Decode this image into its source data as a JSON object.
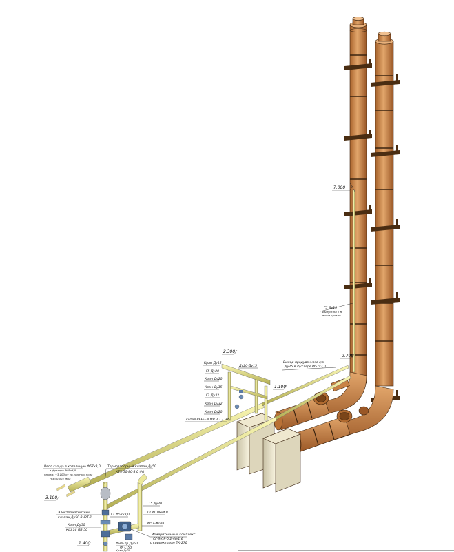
{
  "colors": {
    "chimney_fill": "#d9955a",
    "chimney_shade": "#a8632c",
    "gas_pipe_fill": "#f2ef98",
    "gas_pipe_shade": "#bdb95a",
    "boiler_fill": "#f4eed6",
    "boiler_shade": "#c9c2a6",
    "accent_blue": "#6a8bb5",
    "outline": "#2a1a0a"
  },
  "icons": [
    "arrow-icon",
    "valve-icon",
    "gas-meter-icon",
    "filter-icon",
    "bracket-icon"
  ],
  "elevations": {
    "top": "7.000",
    "vent_outlet": "2.700",
    "upper_riser": "2.300",
    "mid": "1.100",
    "inlet": "3.100",
    "bottom": "1.400"
  },
  "labels": {
    "gas_vent_note": "Г5 Ду15",
    "gas_vent_note2": "Выпуск на 1 м",
    "gas_vent_note3": "выше кровли",
    "vent_outlet": "Выход продувочного г/о",
    "vent_outlet2": "Ду25 в футляре Ф57х3,0",
    "kran_du15_top": "Кран Ду15",
    "du20_du15": "Ду20-Ду15",
    "g5_du20": "Г5 Ду20",
    "kran_du20_a": "Кран Ду20",
    "kran_du15_b": "Кран Ду15",
    "g1_du32": "Г1 Ду32",
    "kran_du32": "Кран Ду32",
    "kran_du20_c": "Кран Ду20",
    "boiler_label": "котел BEFFEN MB 3.1 - 165",
    "inlet_1": "Ввод газ-да в котельную Ф57х3,0",
    "inlet_2": "в футляре Ф89х4,0",
    "inlet_3": "на отм. +3.100 от ур. чистого пола",
    "inlet_4": "Рвх=0,003 МПа",
    "thermo_valve_1": "Термозапорный клапан Ду50",
    "thermo_valve_2": "КТЗ-50-80-3,0 (Н)",
    "solenoid_1": "Электромагнитный",
    "solenoid_2": "клапан Ду50 ВН2Т-1",
    "kran_du50": "Кран Ду50",
    "kvr": "КШ 16 ПБ-50",
    "g1_57": "Г1 Ф57х3,0",
    "filter_1": "Фильтр Ду50",
    "filter_2": "ФГС-50",
    "g5_du20_b": "Г5 Ду20",
    "g1_108": "Г1 Ф108х4,0",
    "f57_108": "Ф57-Ф108",
    "meter_1": "Измерительный комплекс",
    "meter_2": "СГ-ЭК-Р-0,2-40/1,6",
    "meter_3": "с корректором ЕК-270",
    "kran_du20_bottom": "Кран Ду20"
  }
}
